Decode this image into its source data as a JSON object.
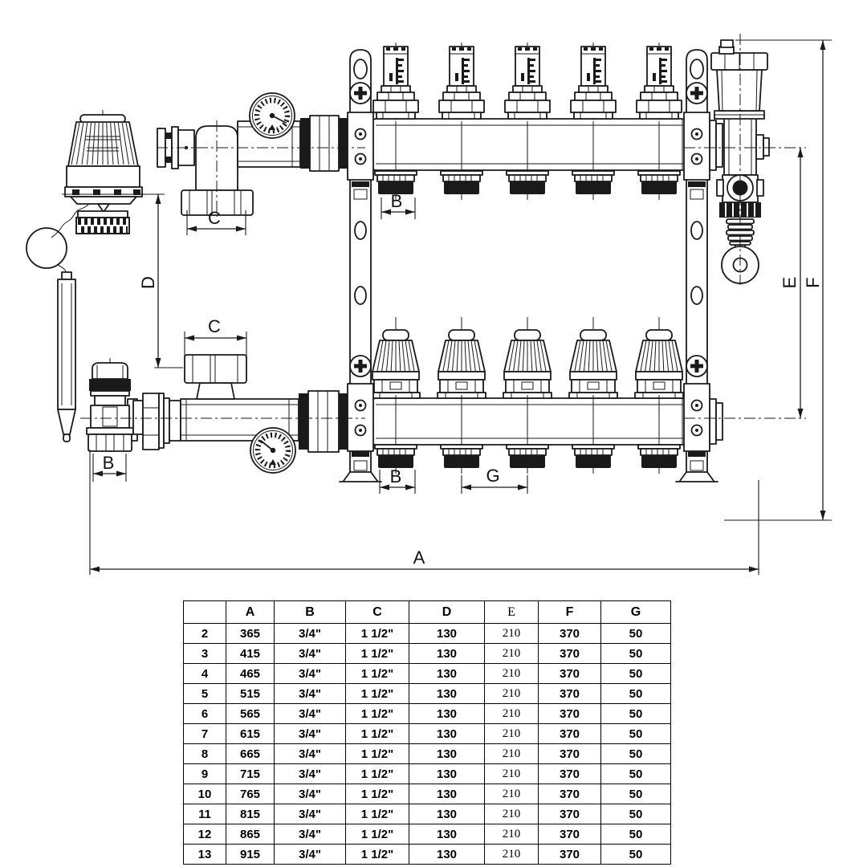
{
  "diagram": {
    "dim_labels": {
      "A": "A",
      "B": "B",
      "C": "C",
      "D": "D",
      "E": "E",
      "F": "F",
      "G": "G"
    }
  },
  "table": {
    "headers": [
      "",
      "A",
      "B",
      "C",
      "D",
      "E",
      "F",
      "G"
    ],
    "rows": [
      [
        "2",
        "365",
        "3/4\"",
        "1 1/2\"",
        "130",
        "210",
        "370",
        "50"
      ],
      [
        "3",
        "415",
        "3/4\"",
        "1 1/2\"",
        "130",
        "210",
        "370",
        "50"
      ],
      [
        "4",
        "465",
        "3/4\"",
        "1 1/2\"",
        "130",
        "210",
        "370",
        "50"
      ],
      [
        "5",
        "515",
        "3/4\"",
        "1 1/2\"",
        "130",
        "210",
        "370",
        "50"
      ],
      [
        "6",
        "565",
        "3/4\"",
        "1 1/2\"",
        "130",
        "210",
        "370",
        "50"
      ],
      [
        "7",
        "615",
        "3/4\"",
        "1 1/2\"",
        "130",
        "210",
        "370",
        "50"
      ],
      [
        "8",
        "665",
        "3/4\"",
        "1 1/2\"",
        "130",
        "210",
        "370",
        "50"
      ],
      [
        "9",
        "715",
        "3/4\"",
        "1 1/2\"",
        "130",
        "210",
        "370",
        "50"
      ],
      [
        "10",
        "765",
        "3/4\"",
        "1 1/2\"",
        "130",
        "210",
        "370",
        "50"
      ],
      [
        "11",
        "815",
        "3/4\"",
        "1 1/2\"",
        "130",
        "210",
        "370",
        "50"
      ],
      [
        "12",
        "865",
        "3/4\"",
        "1 1/2\"",
        "130",
        "210",
        "370",
        "50"
      ],
      [
        "13",
        "915",
        "3/4\"",
        "1 1/2\"",
        "130",
        "210",
        "370",
        "50"
      ]
    ]
  }
}
